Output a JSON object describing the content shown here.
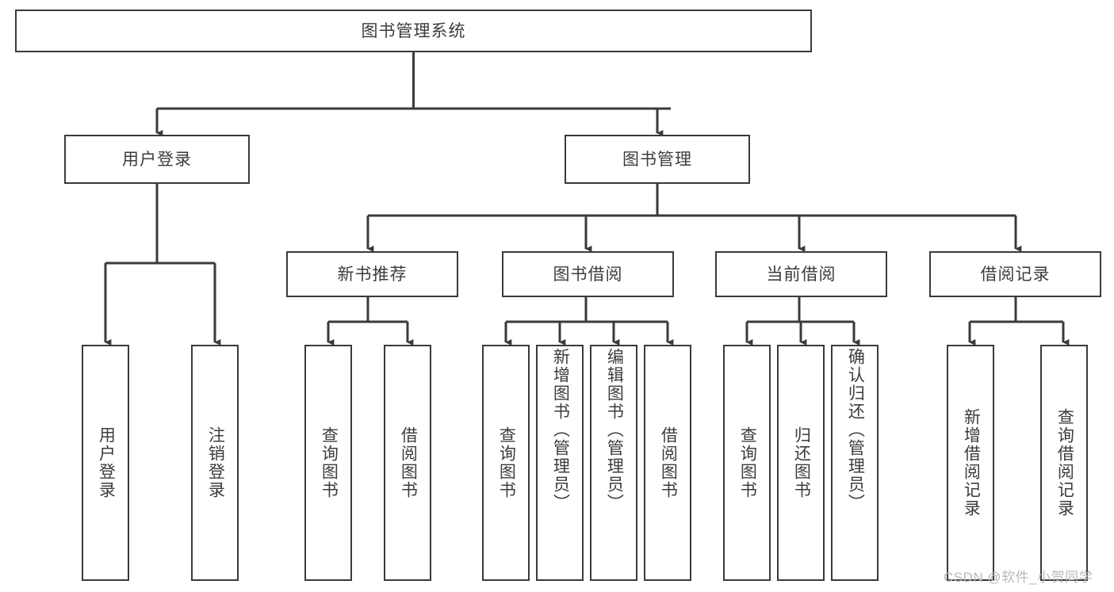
{
  "diagram": {
    "title_node": {
      "label": "图书管理系统"
    },
    "level2": [
      {
        "id": "user-login",
        "label": "用户登录"
      },
      {
        "id": "book-management",
        "label": "图书管理"
      }
    ],
    "level3": [
      {
        "id": "new-book-recommend",
        "label": "新书推荐"
      },
      {
        "id": "book-borrow",
        "label": "图书借阅"
      },
      {
        "id": "current-borrow",
        "label": "当前借阅"
      },
      {
        "id": "borrow-record",
        "label": "借阅记录"
      }
    ],
    "leaves": {
      "user_login": [
        {
          "id": "leaf-user-login",
          "label": "用户登录"
        },
        {
          "id": "leaf-logout",
          "label": "注销登录"
        }
      ],
      "new_book_recommend": [
        {
          "id": "leaf-query-book-1",
          "label": "查询图书"
        },
        {
          "id": "leaf-borrow-book-1",
          "label": "借阅图书"
        }
      ],
      "book_borrow": [
        {
          "id": "leaf-query-book-2",
          "label": "查询图书"
        },
        {
          "id": "leaf-add-book",
          "label": "新增图书（管理员）"
        },
        {
          "id": "leaf-edit-book",
          "label": "编辑图书（管理员）"
        },
        {
          "id": "leaf-borrow-book-2",
          "label": "借阅图书"
        }
      ],
      "current_borrow": [
        {
          "id": "leaf-query-book-3",
          "label": "查询图书"
        },
        {
          "id": "leaf-return-book",
          "label": "归还图书"
        },
        {
          "id": "leaf-confirm-return",
          "label": "确认归还（管理员）"
        }
      ],
      "borrow_record": [
        {
          "id": "leaf-add-record",
          "label": "新增借阅记录"
        },
        {
          "id": "leaf-query-record",
          "label": "查询借阅记录"
        }
      ]
    },
    "watermark": {
      "text": "CSDN @软件_小贺同学"
    },
    "colors": {
      "border": "#3a3a3a",
      "text": "#3c3c3c",
      "background": "#ffffff",
      "watermark": "#b9b9b9"
    }
  }
}
